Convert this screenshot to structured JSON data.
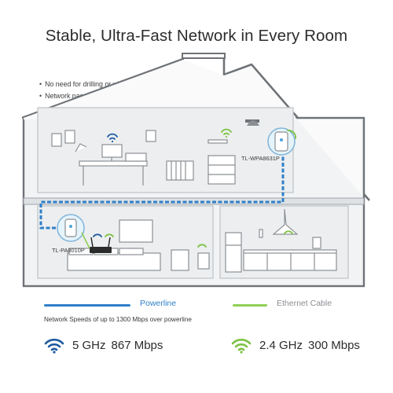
{
  "title": "Stable, Ultra-Fast Network in Every Room",
  "bullets": [
    "No need for drilling or wire installation.",
    "Network passes through walls and floors"
  ],
  "devices": {
    "upstairs_adapter": "TL-WPA8631P",
    "downstairs_adapter": "TL-PA8010P"
  },
  "legend": {
    "powerline_label": "Powerline",
    "ethernet_label": "Ethernet Cable",
    "speed_note": "Network Speeds of up to 1300 Mbps over powerline",
    "powerline_color": "#2f80c9",
    "ethernet_color": "#8fcf56"
  },
  "bands": [
    {
      "band": "5 GHz",
      "speed": "867 Mbps",
      "color": "#1e5aa0",
      "icon": "wifi-icon"
    },
    {
      "band": "2.4 GHz",
      "speed": "300 Mbps",
      "color": "#7cc242",
      "icon": "wifi-icon"
    }
  ]
}
